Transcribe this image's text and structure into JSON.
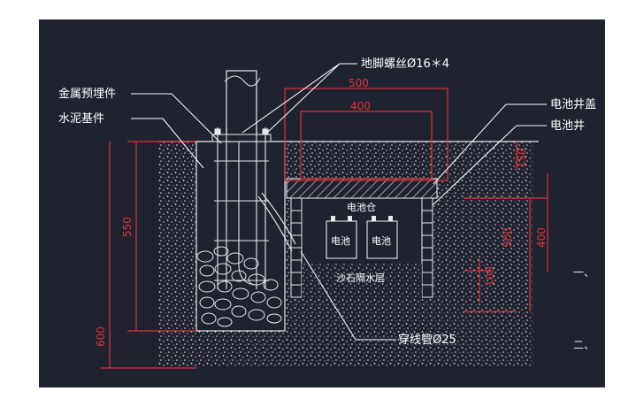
{
  "labels": {
    "anchor_bolt": "地脚螺丝Ø16＊4",
    "metal_embed": "金属预埋件",
    "concrete_base": "水泥基件",
    "battery_well_cover": "电池井盖",
    "battery_well": "电池井",
    "battery_box": "电池仓",
    "battery_left": "电池",
    "battery_right": "电池",
    "gravel_layer": "沙石隔水层",
    "conduit": "穿线管Ø25",
    "edge_1": "一、",
    "edge_2": "二、"
  },
  "dimensions": {
    "d500": "500",
    "d400_top": "400",
    "d150": "150",
    "d300": "300",
    "d400_right": "400",
    "d100": "100",
    "d550": "550",
    "d600": "600"
  },
  "colors": {
    "background": "#1f2330",
    "dimension": "#e0303a",
    "leader": "#ffffff",
    "soil": "#d8d8d8"
  }
}
